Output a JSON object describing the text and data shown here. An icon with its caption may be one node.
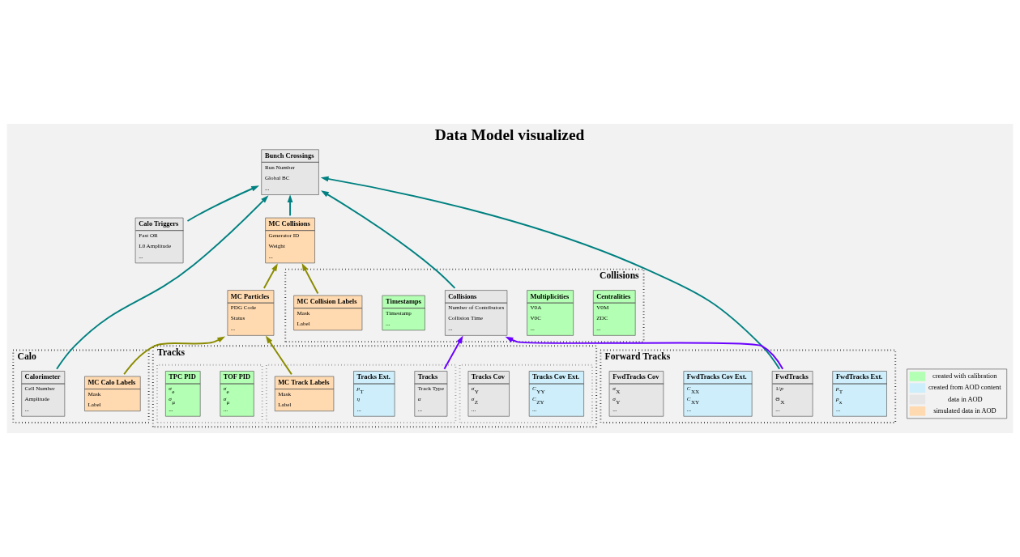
{
  "diagram": {
    "title": "Data Model visualized",
    "nodes": [
      {
        "text": [
          "Bunch Crossings",
          "Run Number",
          "Global BC",
          "..."
        ]
      },
      {
        "text": [
          "Calo Triggers",
          "Fast OR",
          "L0 Amplitude",
          "..."
        ]
      },
      {
        "text": [
          "Collisions"
        ]
      },
      {
        "text": [
          "Centralities",
          "V0M",
          "ZDC",
          "..."
        ],
        "in": 2
      },
      {
        "text": [
          "Multiplicities",
          "V0A",
          "V0C",
          "..."
        ],
        "in": 2
      },
      {
        "text": [
          "Collisions",
          "Number of Contributors",
          "Collision Time",
          "..."
        ],
        "in": 2
      },
      {
        "text": [
          "Timestamps",
          "Timestamp",
          "..."
        ],
        "in": 2
      },
      {
        "text": [
          "MC Collision Labels",
          "Mask",
          "Label"
        ],
        "in": 2
      },
      {
        "text": [
          "MC Collisions",
          "Generator ID",
          "Weight",
          "..."
        ]
      },
      {
        "text": [
          "Calo"
        ]
      },
      {
        "text": [
          "Calorimeter",
          "Cell Number",
          "Amplitude",
          "..."
        ],
        "in": 9
      },
      {
        "text": [
          "MC Calo Labels",
          "Mask",
          "Label"
        ],
        "in": 9
      },
      {
        "text": [
          "Forward Tracks"
        ]
      },
      {
        "text": [
          "FwdTracks Ext.",
          "*p*$_{T}$",
          "*p*$_{x}$",
          "..."
        ],
        "in": 12
      },
      {
        "text": [
          "FwdTracks",
          "1/*p*",
          "Θ$_{X}$",
          "..."
        ],
        "in": 12
      },
      {
        "text": [
          "FwdTracks Cov Ext.",
          "*C*$_{XX}$",
          "*C*$_{XY}$",
          "..."
        ],
        "in": 12
      },
      {
        "text": [
          "FwdTracks Cov",
          "*σ*$_{X}$",
          "*σ*$_{Y}$",
          "..."
        ],
        "in": 12
      },
      {
        "text": [
          "MC Particles",
          "PDG Code",
          "Status",
          "..."
        ]
      },
      {
        "text": [
          "Tracks"
        ]
      },
      {
        "text": [],
        "shape": "box",
        "in": 18
      },
      {
        "text": [
          "Tracks Cov Ext.",
          "*C*$_{YY}$",
          "*C*$_{ZY}$",
          "..."
        ],
        "in": 19
      },
      {
        "text": [
          "Tracks Cov",
          "*σ*$_{Y}$",
          "*σ*$_{Z}$",
          "..."
        ],
        "in": 19
      },
      {
        "text": [],
        "shape": "box",
        "in": 18
      },
      {
        "text": [
          "Tracks",
          "Track Type",
          "*α*",
          "..."
        ],
        "in": 22
      },
      {
        "text": [
          "Tracks Ext.",
          "*p*$_{T}$",
          "*η*",
          "..."
        ],
        "in": 22
      },
      {
        "text": [
          "MC Track Labels",
          "Mask",
          "Label"
        ],
        "in": 22
      },
      {
        "text": [],
        "shape": "box",
        "in": 18
      },
      {
        "text": [
          "TOF PID",
          "*σ*$_{e}$",
          "*σ*$_{μ}$",
          "..."
        ],
        "in": 26
      },
      {
        "text": [
          "TPC PID",
          "*σ*$_{e}$",
          "*σ*$_{μ}$",
          "..."
        ],
        "in": 26
      }
    ],
    "edges": [
      {
        "from": 5,
        "to": 0,
        "arrow": "to"
      },
      {
        "from": 8,
        "to": 0,
        "arrow": "to"
      },
      {
        "from": 10,
        "to": 0,
        "arrow": "to"
      },
      {
        "from": 1,
        "to": 0,
        "arrow": "to"
      },
      {
        "from": 14,
        "to": 0,
        "arrow": "to"
      },
      {
        "from": 14,
        "to": 5,
        "arrow": "to",
        "color": "#6a00ff"
      },
      {
        "from": 23,
        "to": 5,
        "arrow": "to",
        "color": "#6a00ff"
      },
      {
        "from": 7,
        "to": 8,
        "arrow": "to",
        "color": "#8b8b00"
      },
      {
        "from": 17,
        "to": 8,
        "arrow": "to",
        "color": "#8b8b00"
      },
      {
        "from": 11,
        "to": 17,
        "arrow": "to",
        "color": "#8b8b00"
      },
      {
        "from": 25,
        "to": 17,
        "arrow": "to",
        "color": "#8b8b00"
      }
    ],
    "legend": [
      {
        "text": "created with calibration",
        "color": "#b3ffb3"
      },
      {
        "text": "created from AOD content",
        "color": "#cdeefa"
      },
      {
        "text": "data in AOD",
        "color": "#e6e6e6"
      },
      {
        "text": "simulated data in AOD",
        "color": "#ffdab0"
      }
    ]
  }
}
